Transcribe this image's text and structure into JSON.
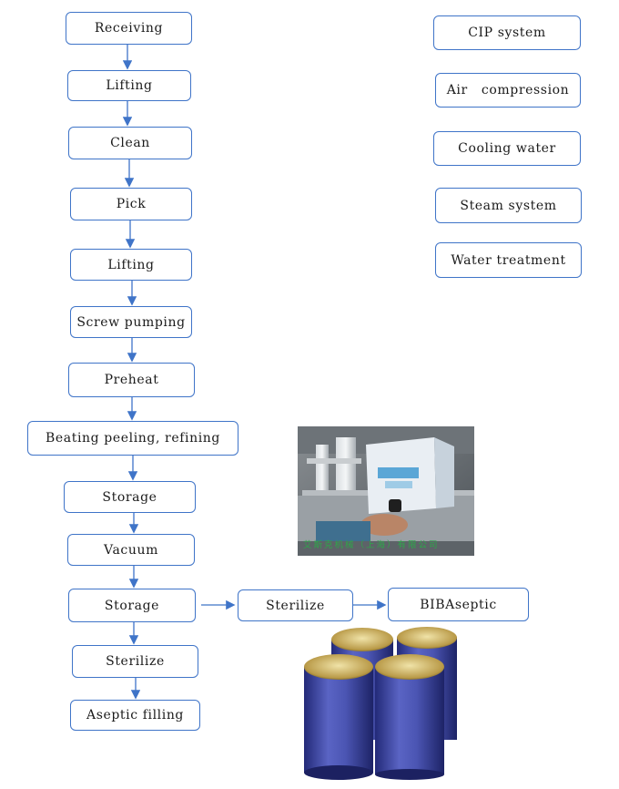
{
  "process_steps": [
    "Receiving",
    "Lifting",
    "Clean",
    "Pick",
    "Lifting",
    "Screw pumping",
    "Preheat",
    "Beating peeling, refining",
    "Storage",
    "Vacuum",
    "Storage",
    "Sterilize",
    "Aseptic filling"
  ],
  "branch_steps": [
    "Sterilize",
    "BIBAseptic"
  ],
  "utilities": [
    "CIP system",
    "Air   compression",
    "Cooling water",
    "Steam system",
    "Water treatment"
  ],
  "photo_watermark": "艾斯克机械（上海）有限公司",
  "colors": {
    "border": "#3f74c8",
    "arrow": "#3f74c8",
    "text": "#1a1a1a"
  }
}
